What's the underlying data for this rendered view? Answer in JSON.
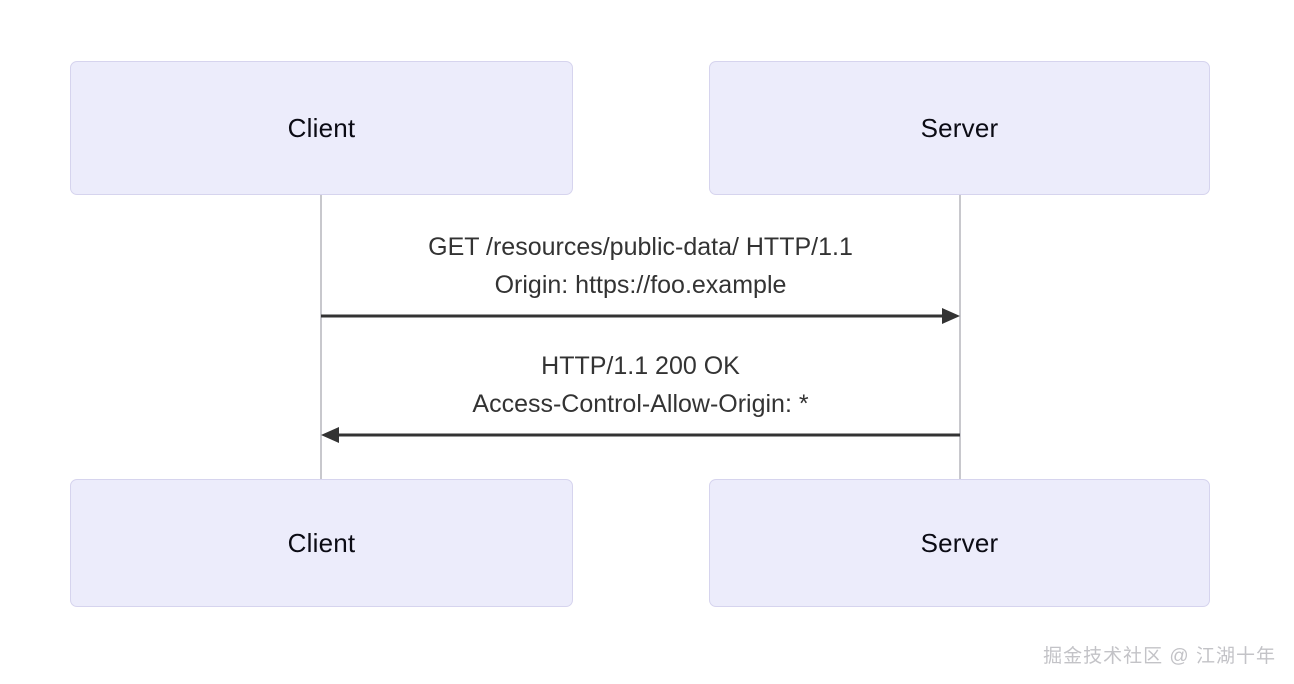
{
  "diagram": {
    "type": "sequence-diagram",
    "background_color": "#ffffff",
    "participants": [
      {
        "id": "client",
        "label": "Client"
      },
      {
        "id": "server",
        "label": "Server"
      }
    ],
    "participant_box": {
      "fill_color": "#ececfb",
      "border_color": "#d6d4ee",
      "text_color": "#0b0b14"
    },
    "lifeline_color": "#c8c8cd",
    "messages": [
      {
        "id": "request",
        "from": "client",
        "to": "server",
        "direction": "right",
        "arrow_color": "#333333",
        "lines": [
          "GET /resources/public-data/ HTTP/1.1",
          "Origin: https://foo.example"
        ]
      },
      {
        "id": "response",
        "from": "server",
        "to": "client",
        "direction": "left",
        "arrow_color": "#333333",
        "lines": [
          "HTTP/1.1 200 OK",
          "Access-Control-Allow-Origin: *"
        ]
      }
    ]
  },
  "watermark": {
    "text": "掘金技术社区 @ 江湖十年",
    "color": "#c3c3c7"
  }
}
